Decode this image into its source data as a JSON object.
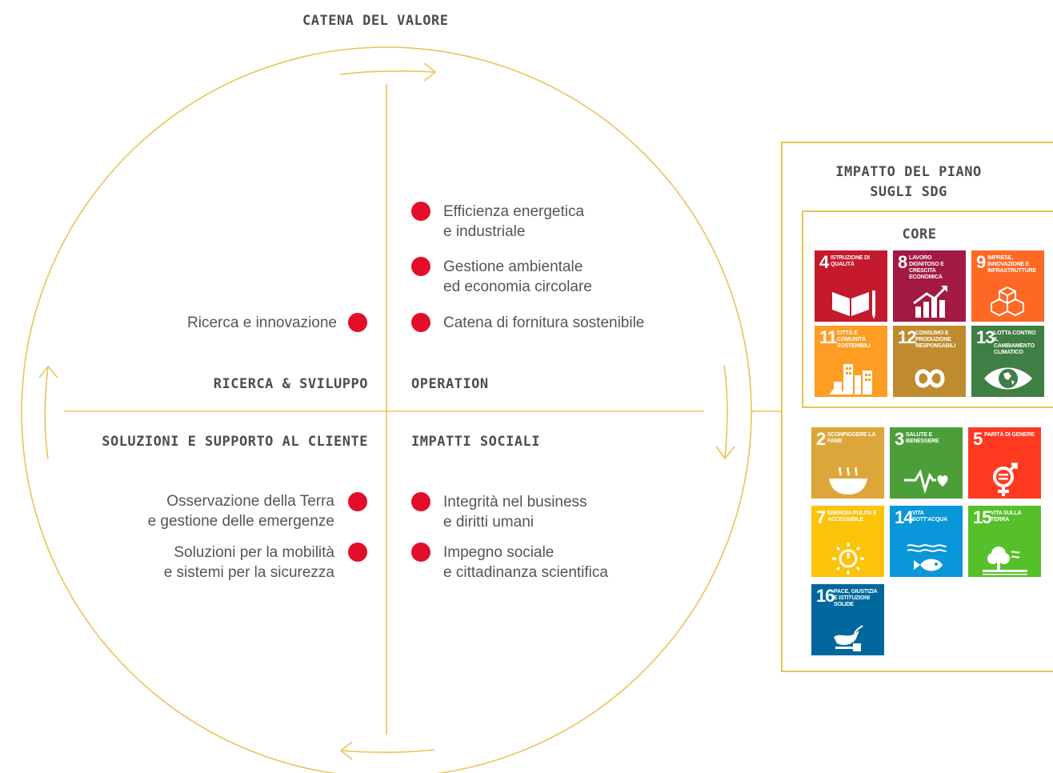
{
  "title": "CATENA DEL VALORE",
  "quadrants": {
    "top_left": "RICERCA & SVILUPPO",
    "top_right": "OPERATION",
    "bottom_left": "SOLUZIONI E SUPPORTO AL CLIENTE",
    "bottom_right": "IMPATTI SOCIALI"
  },
  "items": {
    "ricerca": [
      "Ricerca e innovazione"
    ],
    "efficienza": [
      "Efficienza energetica",
      "e industriale"
    ],
    "gestione": [
      "Gestione ambientale",
      "ed economia circolare"
    ],
    "catena": [
      "Catena di fornitura sostenibile"
    ],
    "osservazione": [
      "Osservazione della Terra",
      "e gestione delle emergenze"
    ],
    "soluzioni": [
      "Soluzioni per la mobilità",
      "e sistemi per la sicurezza"
    ],
    "integrita": [
      "Integrità nel business",
      "e diritti umani"
    ],
    "impegno": [
      "Impegno sociale",
      "e cittadinanza scientifica"
    ]
  },
  "sdg_panel": {
    "title": [
      "IMPATTO DEL PIANO",
      "SUGLI SDG"
    ],
    "core_label": "CORE",
    "core_tiles": [
      {
        "num": "4",
        "caption": "ISTRUZIONE DI QUALITÀ",
        "color": "#c5192d",
        "icon": "book-icon"
      },
      {
        "num": "8",
        "caption": "LAVORO DIGNITOSO E CRESCITA ECONOMICA",
        "color": "#a21942",
        "icon": "growth-chart-icon"
      },
      {
        "num": "9",
        "caption": "IMPRESE, INNOVAZIONE E INFRASTRUTTURE",
        "color": "#fd6925",
        "icon": "cubes-icon"
      },
      {
        "num": "11",
        "caption": "CITTÀ E COMUNITÀ SOSTENIBILI",
        "color": "#fd9d24",
        "icon": "city-icon"
      },
      {
        "num": "12",
        "caption": "CONSUMO E PRODUZIONE RESPONSABILI",
        "color": "#bf8b2e",
        "icon": "infinity-icon"
      },
      {
        "num": "13",
        "caption": "LOTTA CONTRO IL CAMBIAMENTO CLIMATICO",
        "color": "#3f7e44",
        "icon": "earth-eye-icon"
      }
    ],
    "other_tiles": [
      {
        "num": "2",
        "caption": "SCONFIGGERE LA FAME",
        "color": "#dda63a",
        "icon": "bowl-icon"
      },
      {
        "num": "3",
        "caption": "SALUTE E BENESSERE",
        "color": "#4c9f38",
        "icon": "heartbeat-icon"
      },
      {
        "num": "5",
        "caption": "PARITÀ DI GENERE",
        "color": "#ff3a21",
        "icon": "gender-equality-icon"
      },
      {
        "num": "7",
        "caption": "ENERGIA PULITA E ACCESSIBILE",
        "color": "#fcc30b",
        "icon": "sun-power-icon"
      },
      {
        "num": "14",
        "caption": "VITA SOTT'ACQUA",
        "color": "#0a97d9",
        "icon": "fish-icon"
      },
      {
        "num": "15",
        "caption": "VITA SULLA TERRA",
        "color": "#56c02b",
        "icon": "tree-icon"
      },
      {
        "num": "16",
        "caption": "PACE, GIUSTIZIA E ISTITUZIONI SOLIDE",
        "color": "#00689d",
        "icon": "dove-gavel-icon"
      }
    ]
  },
  "colors": {
    "line": "#e8c558",
    "dot": "#e30f2a",
    "text": "#555555"
  }
}
